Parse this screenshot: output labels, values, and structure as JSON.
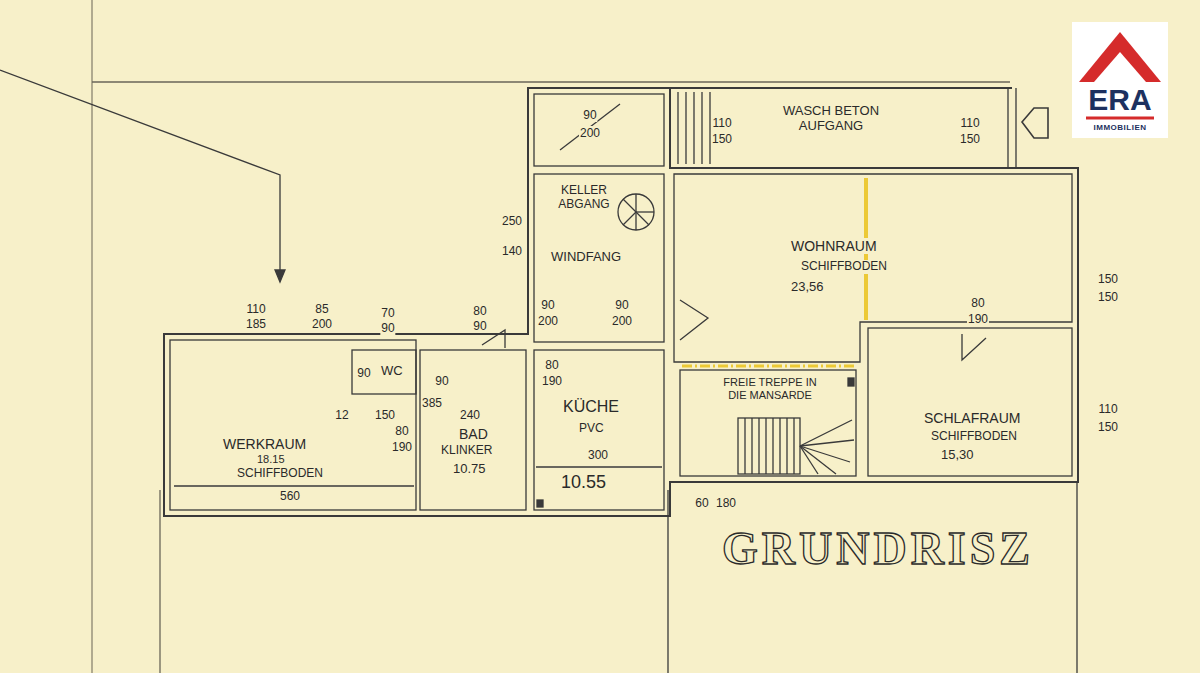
{
  "diagram": {
    "title": "GRUNDRISZ",
    "nodes": [
      {
        "text": [
          "WASCH BETON AUFGANG"
        ]
      },
      {
        "text": [
          "KELLER ABGANG",
          "WINDFANG"
        ]
      },
      {
        "text": [
          "WOHNRAUM",
          "SCHIFFBODEN",
          "23,56"
        ]
      },
      {
        "text": [
          "WC"
        ]
      },
      {
        "text": [
          "BAD",
          "KLINKER",
          "10.75"
        ]
      },
      {
        "text": [
          "KÜCHE",
          "PVC",
          "10.55"
        ]
      },
      {
        "text": [
          "WERKRAUM",
          "18.15",
          "SCHIFFBODEN"
        ]
      },
      {
        "text": [
          "FREIE TREPPE IN DIE MANSARDE"
        ]
      },
      {
        "text": [
          "SCHLAFRAUM",
          "SCHIFFBODEN",
          "15,30"
        ]
      }
    ],
    "labels": [
      "90",
      "200",
      "250",
      "140",
      "110",
      "150",
      "110",
      "150",
      "150",
      "150",
      "110",
      "185",
      "85",
      "200",
      "70",
      "90",
      "90",
      "80",
      "90",
      "385",
      "90",
      "12",
      "150",
      "240",
      "80",
      "190",
      "90",
      "200",
      "90",
      "200",
      "80",
      "190",
      "80",
      "190",
      "110",
      "150",
      "560",
      "300",
      "60",
      "180",
      "ERA",
      "IMMOBILIEN"
    ]
  }
}
